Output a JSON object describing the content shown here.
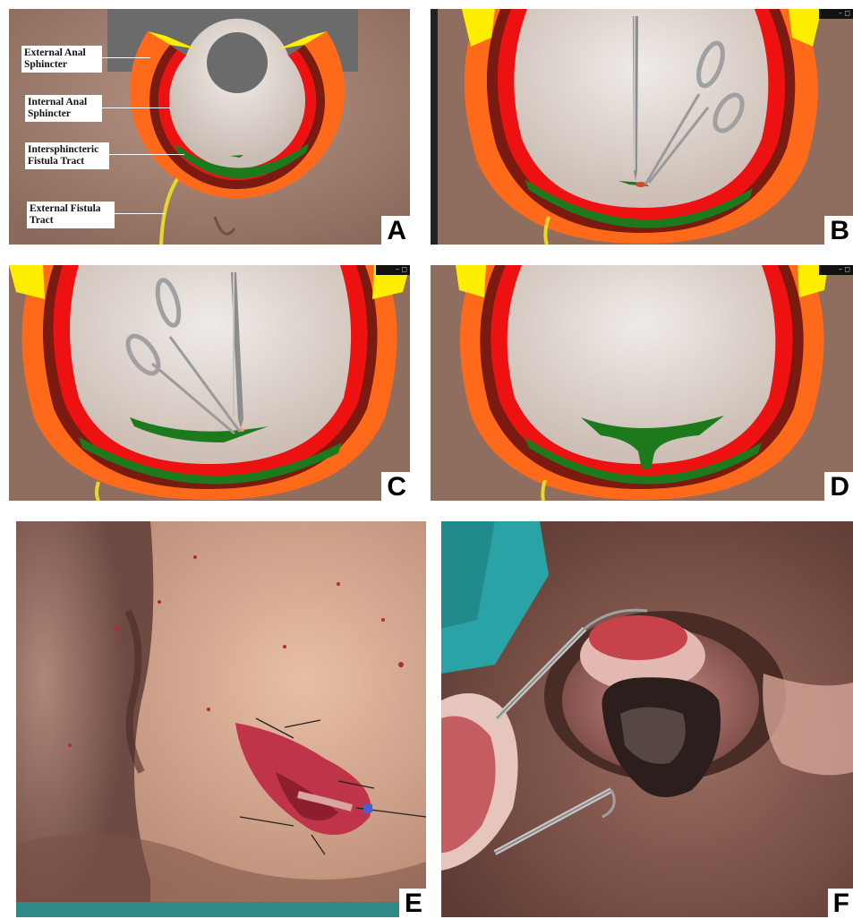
{
  "panels": [
    {
      "id": "A",
      "letter": "A"
    },
    {
      "id": "B",
      "letter": "B"
    },
    {
      "id": "C",
      "letter": "C"
    },
    {
      "id": "D",
      "letter": "D"
    },
    {
      "id": "E",
      "letter": "E"
    },
    {
      "id": "F",
      "letter": "F"
    }
  ],
  "panel_a_labels": {
    "external_anal_sphincter": "External Anal Sphincter",
    "internal_anal_sphincter": "Internal Anal Sphincter",
    "intersphincteric_tract": "Intersphincteric Fistula Tract",
    "external_fistula_tract": "External Fistula Tract"
  },
  "window_controls": "– ◻",
  "colors": {
    "external_sphincter": "#ff6a1a",
    "internal_sphincter": "#ee1111",
    "muscle_dark": "#7a1a10",
    "fistula_tract": "#1c7a1c",
    "seton": "#e8d82a",
    "cut_edge": "#ffee00",
    "lumen": "#e4dcd6",
    "skin": "#a47f6c"
  }
}
